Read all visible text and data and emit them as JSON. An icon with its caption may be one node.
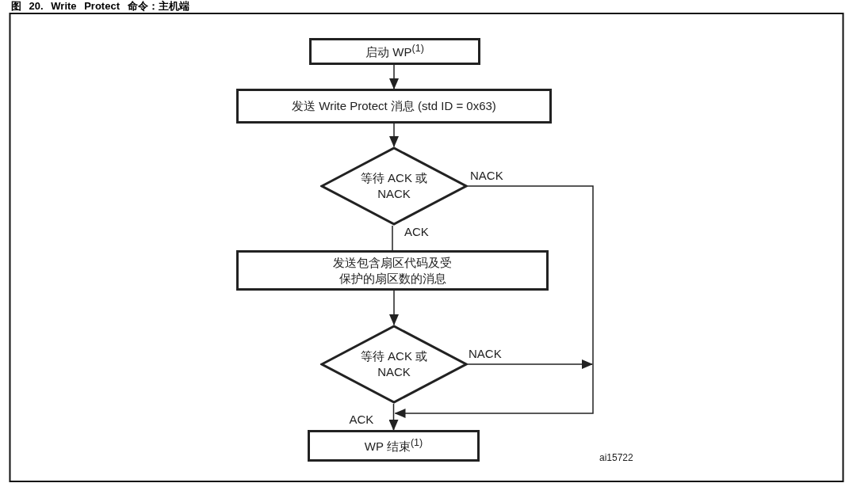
{
  "diagram": {
    "title": "图 20. Write Protect 命令：主机端",
    "nodes": [
      {
        "text": [
          "启动 WP$^{(1)}$"
        ]
      },
      {
        "text": [
          "发送 Write Protect 消息 (std ID = 0x63)"
        ]
      },
      {
        "text": [
          "等待 ACK 或 NACK"
        ]
      },
      {
        "text": [
          "发送包含扇区代码及受保护的扇区数的消息"
        ]
      },
      {
        "text": [
          "等待 ACK 或 NACK"
        ]
      },
      {
        "text": [
          "WP 结束$^{(1)}$"
        ]
      }
    ],
    "edges": [
      {
        "from": 0,
        "to": 1,
        "arrow": "to"
      },
      {
        "from": 1,
        "to": 2,
        "arrow": "to"
      },
      {
        "from": 2,
        "to": 3,
        "arrow": "none",
        "label": "ACK"
      },
      {
        "from": 3,
        "to": 4,
        "arrow": "to"
      },
      {
        "from": 2,
        "to": 5,
        "arrow": "to",
        "label": "NACK"
      },
      {
        "from": 4,
        "to": 5,
        "arrow": "to",
        "label": "NACK"
      },
      {
        "from": 4,
        "to": 5,
        "arrow": "to",
        "label": "ACK"
      }
    ],
    "labels": [
      "ai15722"
    ]
  }
}
